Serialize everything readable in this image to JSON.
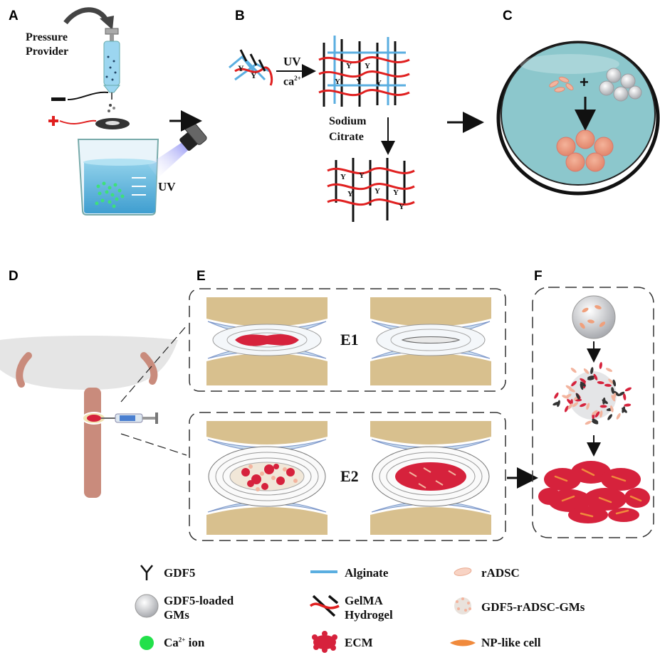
{
  "panels": {
    "a": "A",
    "b": "B",
    "c": "C",
    "d": "D",
    "e": "E",
    "f": "F"
  },
  "panel_a": {
    "pressure_line1": "Pressure",
    "pressure_line2": "Provider",
    "uv": "UV"
  },
  "panel_b": {
    "uv": "UV",
    "ca": "ca",
    "ca_sup": "2+",
    "sodium": "Sodium",
    "citrate": "Citrate"
  },
  "panel_c": {
    "plus": "+"
  },
  "panel_e": {
    "e1": "E1",
    "e2": "E2"
  },
  "legend": {
    "gdf5": "GDF5",
    "gdf5_gms_line1": "GDF5-loaded",
    "gdf5_gms_line2": "GMs",
    "ca_prefix": "Ca",
    "ca_sup": "2+",
    "ca_suffix": "ion",
    "alginate": "Alginate",
    "gelma_line1": "GelMA",
    "gelma_line2": "Hydrogel",
    "ecm": "ECM",
    "radsc": "rADSC",
    "gdf5_radsc_gms": "GDF5-rADSC-GMs",
    "np_like": "NP-like cell"
  },
  "colors": {
    "alginate_blue": "#5aaee0",
    "gelma_red": "#e02020",
    "ecm_red": "#d6223c",
    "dish_teal": "#8cc7cc",
    "bone_tan": "#d8c08e",
    "disc_blue": "#c9dcee",
    "skin": "#c98b7c"
  }
}
